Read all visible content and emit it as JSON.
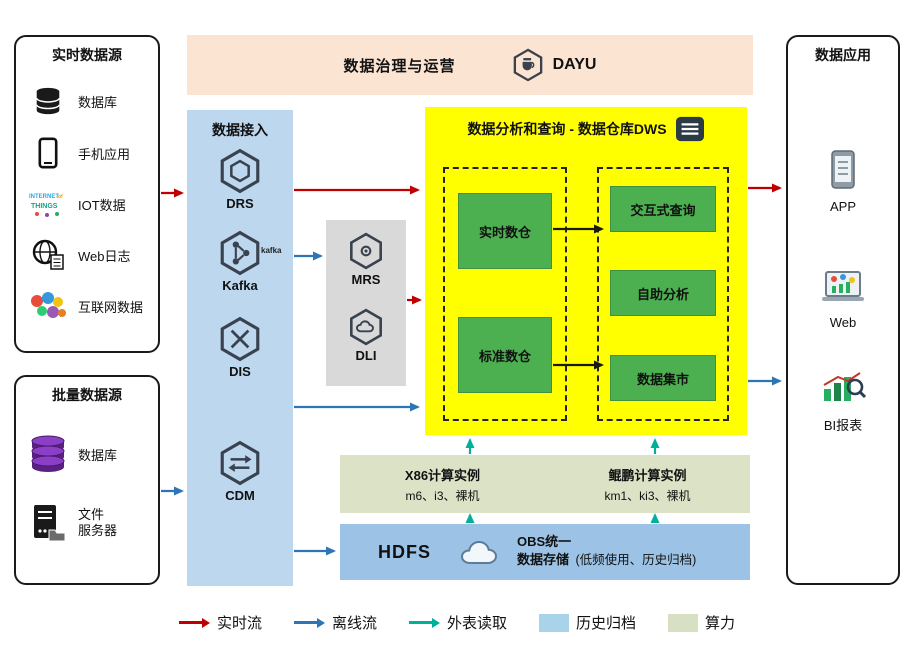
{
  "banner": {
    "title": "数据治理与运营",
    "product": "DAYU"
  },
  "realtime_sources": {
    "title": "实时数据源",
    "items": [
      {
        "label": "数据库"
      },
      {
        "label": "手机应用"
      },
      {
        "label": "IOT数据",
        "icon_text": [
          "INTERNET",
          "of",
          "THINGS"
        ]
      },
      {
        "label": "Web日志"
      },
      {
        "label": "互联网数据"
      }
    ]
  },
  "batch_sources": {
    "title": "批量数据源",
    "items": [
      {
        "label": "数据库"
      },
      {
        "label": "文件服务器",
        "lines": [
          "文件",
          "服务器"
        ]
      }
    ]
  },
  "ingestion": {
    "title": "数据接入",
    "items": [
      {
        "label": "DRS"
      },
      {
        "label": "Kafka",
        "badge": "kafka"
      },
      {
        "label": "DIS"
      },
      {
        "label": "CDM"
      }
    ]
  },
  "processing": {
    "items": [
      {
        "label": "MRS"
      },
      {
        "label": "DLI"
      }
    ]
  },
  "dws": {
    "title": "数据分析和查询 - 数据仓库DWS",
    "warehouses": [
      {
        "label": "实时数仓"
      },
      {
        "label": "标准数仓"
      }
    ],
    "services": [
      {
        "label": "交互式查询"
      },
      {
        "label": "自助分析"
      },
      {
        "label": "数据集市"
      }
    ]
  },
  "compute": {
    "instances": [
      {
        "title": "X86计算实例",
        "spec": "m6、i3、裸机"
      },
      {
        "title": "鲲鹏计算实例",
        "spec": "km1、ki3、裸机"
      }
    ]
  },
  "storage": {
    "hdfs": "HDFS",
    "obs_line1": "OBS统一",
    "obs_line2": "数据存储",
    "obs_note": "(低频使用、历史归档)"
  },
  "applications": {
    "title": "数据应用",
    "items": [
      {
        "label": "APP"
      },
      {
        "label": "Web"
      },
      {
        "label": "BI报表"
      }
    ]
  },
  "legend": {
    "items": [
      {
        "label": "实时流",
        "type": "arrow",
        "color": "#c00000"
      },
      {
        "label": "离线流",
        "type": "arrow",
        "color": "#2e75b6"
      },
      {
        "label": "外表读取",
        "type": "arrow",
        "color": "#00b09b"
      },
      {
        "label": "历史归档",
        "type": "swatch",
        "color": "#a9d3e9"
      },
      {
        "label": "算力",
        "type": "swatch",
        "color": "#d7e0c2"
      }
    ]
  },
  "colors": {
    "banner_bg": "#fce4d3",
    "ingestion_bg": "#bdd7ee",
    "processing_bg": "#d9d9d9",
    "dws_bg": "#ffff00",
    "warehouse_green": "#4caf50",
    "compute_bg": "#dbe2c6",
    "storage_bg": "#9cc3e5",
    "arrow_red": "#c00000",
    "arrow_blue": "#2e75b6",
    "arrow_teal": "#00b09b"
  }
}
